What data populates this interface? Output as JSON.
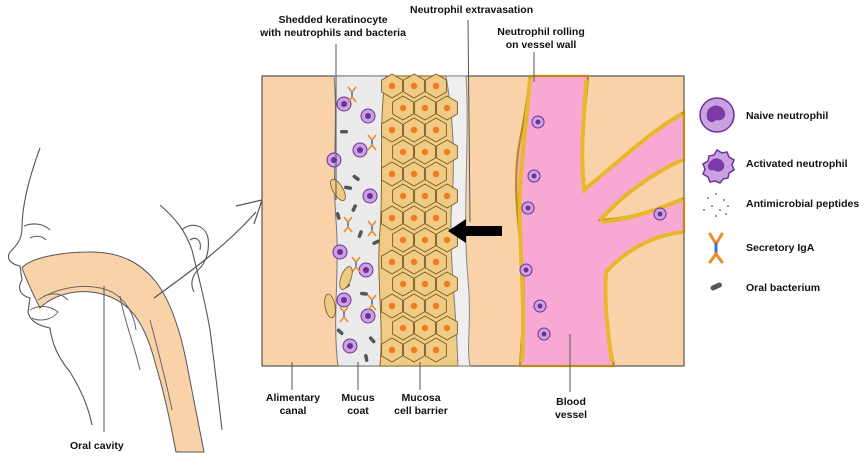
{
  "labels": {
    "shedded_line1": "Shedded keratinocyte",
    "shedded_line2": "with neutrophils and bacteria",
    "extravasation": "Neutrophil extravasation",
    "rolling_line1": "Neutrophil  rolling",
    "rolling_line2": "on vessel wall",
    "alimentary_line1": "Alimentary",
    "alimentary_line2": "canal",
    "mucus_line1": "Mucus",
    "mucus_line2": "coat",
    "mucosa_line1": "Mucosa",
    "mucosa_line2": "cell barrier",
    "blood_line1": "Blood",
    "blood_line2": "vessel",
    "oral_cavity": "Oral cavity"
  },
  "legend": [
    {
      "label": "Naive neutrophil",
      "icon": "naive-neutrophil-icon"
    },
    {
      "label": "Activated neutrophil",
      "icon": "activated-neutrophil-icon"
    },
    {
      "label": "Antimicrobial peptides",
      "icon": "antimicrobial-peptides-icon"
    },
    {
      "label": "Secretory IgA",
      "icon": "secretory-iga-icon"
    },
    {
      "label": "Oral bacterium",
      "icon": "oral-bacterium-icon"
    }
  ],
  "colors": {
    "tissue": "#F9D2A9",
    "mucus": "#EBEBEB",
    "mucosa_cell": "#EFCB85",
    "nucleus": "#F07A1C",
    "vessel": "#F9A8D4",
    "vessel_wall": "#E7B82C",
    "neutrophil": "#C9A2E2",
    "neutrophil_nucleus": "#6F2E98",
    "iga_blue": "#3E6FD8",
    "iga_orange": "#F08A24",
    "bacterium": "#555555"
  }
}
